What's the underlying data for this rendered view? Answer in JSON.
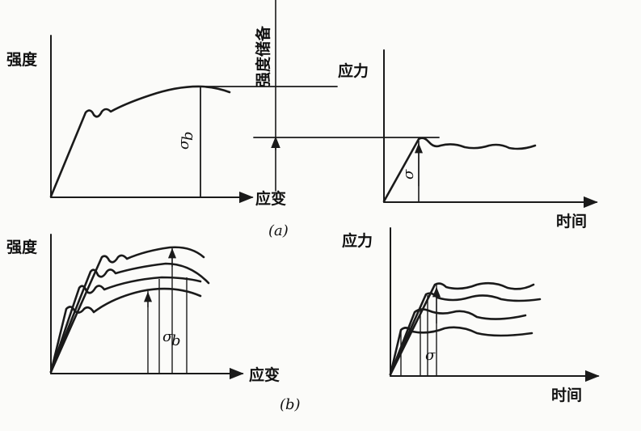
{
  "labels": {
    "strength": "强度",
    "strain": "应变",
    "stress": "应力",
    "time": "时间",
    "strength_reserve": "强度储备",
    "sigma_b": "σ",
    "sigma_b_sub": "b",
    "sigma": "σ"
  },
  "captions": {
    "a": "(a)",
    "b": "(b)"
  }
}
